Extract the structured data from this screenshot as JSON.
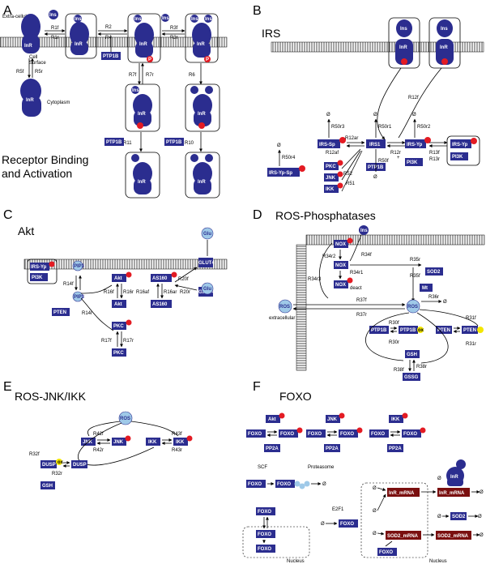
{
  "colors": {
    "protein": "#2b2d8f",
    "mrna": "#7a0f0f",
    "phosphate": "#e31b23",
    "ros": "#9fc9e8",
    "yellow": "#f3e600"
  },
  "panels": {
    "A": {
      "letter": "A",
      "title_line1": "Receptor Binding",
      "title_line2": "and Activation",
      "extracellular": "Extra-cellular",
      "cell_surface_1": "Cell",
      "cell_surface_2": "Surface",
      "cytoplasm": "Cytoplasm"
    },
    "B": {
      "letter": "B",
      "title": "IRS"
    },
    "C": {
      "letter": "C",
      "title": "Akt"
    },
    "D": {
      "letter": "D",
      "title": "ROS-Phosphatases",
      "extracellular": "extracellular",
      "deact": "deact"
    },
    "E": {
      "letter": "E",
      "title": "ROS-JNK/IKK"
    },
    "F": {
      "letter": "F",
      "title": "FOXO",
      "nucleus1": "Nucleus",
      "nucleus2": "Nucleus"
    }
  },
  "labels": {
    "ins": "Ins",
    "inr": "InR",
    "p": "P",
    "ptp1b": "PTP1B",
    "irs1": "IRS1",
    "irs_sp": "IRS-Sp",
    "irs_yp": "IRS-Yp",
    "irs_yp_sp": "IRS-Yp-Sp",
    "pi3k": "PI3K",
    "pkc": "PKC",
    "jnk": "JNK",
    "ikk": "IKK",
    "akt": "Akt",
    "pip3": "PIP3",
    "pten": "PTEN",
    "as160": "AS160",
    "glut4": "GLUT4",
    "glu": "Glu",
    "nox": "NOX",
    "sod2": "SOD2",
    "mt": "Mt",
    "ros": "ROS",
    "gsh": "GSH",
    "gssg": "GSSG",
    "dusp": "DUSP",
    "foxo": "FOXO",
    "pp2a": "PP2A",
    "scf": "SCF",
    "proteasome": "Proteasome",
    "e2f1": "E2F1",
    "inr_mrna": "InR_mRNA",
    "sod2_mrna": "SOD2_mRNA",
    "null": "Ø",
    "ox": "ox",
    "u": "u",
    "plus": "+"
  },
  "reactions": {
    "a": [
      "R1f",
      "R1r",
      "R2",
      "R4",
      "R3f",
      "R3r",
      "R5f",
      "R5r",
      "R7f",
      "R7r",
      "R6",
      "R11",
      "R10"
    ],
    "b": [
      "R12f",
      "R12r",
      "R12af",
      "R12ar",
      "R50r3",
      "R50r1",
      "R50r2",
      "R50f",
      "R50r4",
      "R52",
      "R51",
      "R13f",
      "R13r"
    ],
    "c": [
      "R14f",
      "R14r",
      "R16f",
      "R16r",
      "R16af",
      "R16ar",
      "R20f",
      "R20r",
      "R17f",
      "R17r"
    ],
    "d": [
      "R34f",
      "R34r2",
      "R34r1",
      "R34r3",
      "R35r",
      "R35f",
      "R36r",
      "R37f",
      "R37r",
      "R30f",
      "R30r",
      "R31f",
      "R31r",
      "R38f",
      "R38r"
    ],
    "e": [
      "R42f",
      "R42r",
      "R43f",
      "R43r",
      "R32f",
      "R32r"
    ]
  }
}
